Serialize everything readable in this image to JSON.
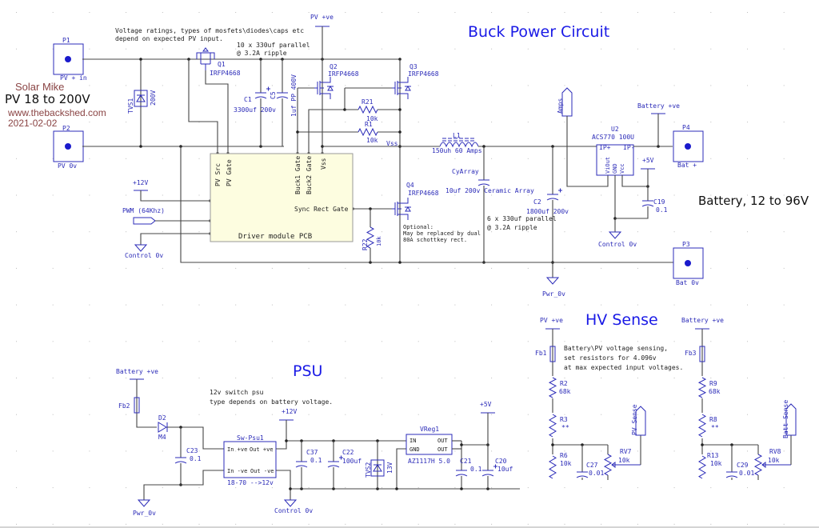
{
  "title": "Buck Power Circuit",
  "watermark": {
    "author": "Solar Mike",
    "site": "www.thebackshed.com",
    "date": "2021-02-02"
  },
  "pv_range": "PV  18  to  200V",
  "battery_range": "Battery, 12 to 96V",
  "notes": {
    "ratings_1": "Voltage ratings, types of mosfets\\diodes\\caps etc",
    "ratings_2": "depend on expected PV input.",
    "c1_array_1": "10 x 330uf parallel",
    "c1_array_2": "@ 3.2A ripple",
    "c2_array_1": "6 x 330uf parallel",
    "c2_array_2": "@ 3.2A ripple",
    "optional_1": "Optional:",
    "optional_2": "May be replaced by dual",
    "optional_3": "80A schottkey rect.",
    "psu_1": "12v switch psu",
    "psu_2": "type depends on battery voltage.",
    "sense_1": "Battery\\PV voltage sensing,",
    "sense_2": "set resistors for 4.096v",
    "sense_3": "at max expected input voltages."
  },
  "connectors": {
    "p1": {
      "ref": "P1",
      "label": "PV + in"
    },
    "p2": {
      "ref": "P2",
      "label": "PV 0v"
    },
    "p3": {
      "ref": "P3",
      "label": "Bat 0v"
    },
    "p4": {
      "ref": "P4",
      "label": "Bat +"
    }
  },
  "power_labels": {
    "pv_pos": "PV +ve",
    "plus12": "+12V",
    "pwm": "PWM (64Khz)",
    "control0v": "Control 0v",
    "pwr0v": "Pwr_0v",
    "bat_pos": "Battery +ve",
    "plus5": "+5V",
    "amps": "Amps",
    "pv_sense": "PV Sense",
    "batt_sense": "Batt Sense"
  },
  "components": {
    "tvs1": {
      "ref": "TVS1",
      "value": "200V"
    },
    "q1": {
      "ref": "Q1",
      "value": "IRFP4668"
    },
    "q2": {
      "ref": "Q2",
      "value": "IRFP4668"
    },
    "q3": {
      "ref": "Q3",
      "value": "IRFP4668"
    },
    "q4": {
      "ref": "Q4",
      "value": "IRFP4668"
    },
    "c1": {
      "ref": "C1",
      "value": "3300uf 200v"
    },
    "c5": {
      "ref": "C5",
      "value": "1uf PP 400V"
    },
    "r21": {
      "ref": "R21",
      "value": "10k"
    },
    "r1": {
      "ref": "R1",
      "value": "10k"
    },
    "r22": {
      "ref": "R22",
      "value": "10k"
    },
    "vss": "Vss",
    "l1": {
      "ref": "L1",
      "value": "150uh 60 Amps"
    },
    "cyarray": {
      "ref": "CyArray",
      "value": "10uf 200v Ceramic Array"
    },
    "c2": {
      "ref": "C2",
      "value": "1800uf 200v"
    },
    "u2": {
      "ref": "U2",
      "value": "ACS770 100U",
      "pins": [
        "IP+",
        "IP-",
        "ViOut",
        "GND",
        "Vcc"
      ]
    },
    "c19": {
      "ref": "C19",
      "value": "0.1"
    },
    "driver": {
      "label": "Driver module PCB",
      "pins": [
        "PV Src",
        "PV Gate",
        "Buck1 Gate",
        "Buck2 Gate",
        "Vss"
      ],
      "sync": "Sync Rect Gate"
    },
    "fb2": {
      "ref": "Fb2"
    },
    "d2": {
      "ref": "D2",
      "value": "M4"
    },
    "c23": {
      "ref": "C23",
      "value": "0.1"
    },
    "swpsu": {
      "ref": "Sw-Psu1",
      "in_pos": "In +ve",
      "out_pos": "Out +ve",
      "in_neg": "In -ve",
      "out_neg": "Out -ve",
      "value": "18-70  -->12v"
    },
    "c37": {
      "ref": "C37",
      "value": "0.1"
    },
    "c22": {
      "ref": "C22",
      "value": "100uf"
    },
    "tvs2": {
      "ref": "TVS2",
      "value": "13V"
    },
    "vreg": {
      "ref": "VReg1",
      "in": "IN",
      "gnd": "GND",
      "out": "OUT",
      "value": "AZ1117H 5.0"
    },
    "c21": {
      "ref": "C21",
      "value": "0.1"
    },
    "c20": {
      "ref": "C20",
      "value": "10uf"
    },
    "fb1": {
      "ref": "Fb1"
    },
    "r2": {
      "ref": "R2",
      "value": "68k"
    },
    "r3": {
      "ref": "R3",
      "value": "**"
    },
    "r6": {
      "ref": "R6",
      "value": "10k"
    },
    "c27": {
      "ref": "C27",
      "value": "0.01"
    },
    "rv7": {
      "ref": "RV7",
      "value": "10k"
    },
    "fb3": {
      "ref": "Fb3"
    },
    "r9": {
      "ref": "R9",
      "value": "68k"
    },
    "r8": {
      "ref": "R8",
      "value": "**"
    },
    "r13": {
      "ref": "R13",
      "value": "10k"
    },
    "c29": {
      "ref": "C29",
      "value": "0.01"
    },
    "rv8": {
      "ref": "RV8",
      "value": "10k"
    }
  },
  "sections": {
    "psu": "PSU",
    "hv_sense": "HV Sense"
  },
  "colors": {
    "wire": "#444444",
    "component": "#2b2bb8",
    "title": "#1a1ae6",
    "module_fill": "#fdfde0",
    "watermark": "#8a4444"
  }
}
